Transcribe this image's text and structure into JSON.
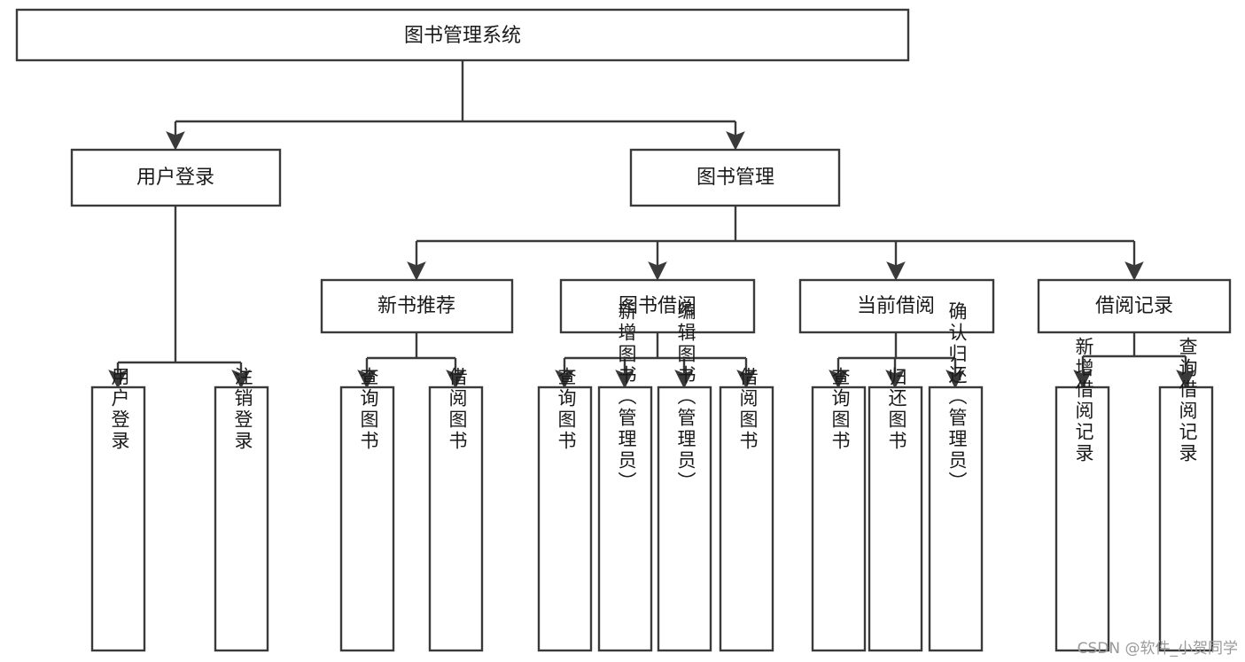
{
  "diagram": {
    "title": "图书管理系统",
    "type": "hierarchy-tree",
    "watermark": "CSDN @软件_小贺同学",
    "colors": {
      "stroke": "#3a3a3a",
      "fill": "#ffffff",
      "text": "#1a1a1a",
      "watermark": "#9a9a9a"
    },
    "levels": [
      {
        "level": 1,
        "nodes": [
          {
            "id": "root",
            "label": "图书管理系统",
            "orientation": "horizontal"
          }
        ]
      },
      {
        "level": 2,
        "nodes": [
          {
            "id": "login",
            "label": "用户登录",
            "orientation": "horizontal",
            "parent": "root"
          },
          {
            "id": "bookmgmt",
            "label": "图书管理",
            "orientation": "horizontal",
            "parent": "root"
          }
        ]
      },
      {
        "level": 3,
        "nodes": [
          {
            "id": "newbook",
            "label": "新书推荐",
            "orientation": "horizontal",
            "parent": "bookmgmt"
          },
          {
            "id": "borrow",
            "label": "图书借阅",
            "orientation": "horizontal",
            "parent": "bookmgmt"
          },
          {
            "id": "current",
            "label": "当前借阅",
            "orientation": "horizontal",
            "parent": "bookmgmt"
          },
          {
            "id": "records",
            "label": "借阅记录",
            "orientation": "horizontal",
            "parent": "bookmgmt"
          }
        ]
      },
      {
        "level": 4,
        "nodes": [
          {
            "id": "leaf-user-login",
            "label": "用户登录",
            "orientation": "vertical",
            "parent": "login"
          },
          {
            "id": "leaf-user-logout",
            "label": "注销登录",
            "orientation": "vertical",
            "parent": "login"
          },
          {
            "id": "leaf-newbook-query",
            "label": "查询图书",
            "orientation": "vertical",
            "parent": "newbook"
          },
          {
            "id": "leaf-newbook-borrow",
            "label": "借阅图书",
            "orientation": "vertical",
            "parent": "newbook"
          },
          {
            "id": "leaf-borrow-query",
            "label": "查询图书",
            "orientation": "vertical",
            "parent": "borrow"
          },
          {
            "id": "leaf-borrow-add",
            "label": "新增图书（管理员）",
            "orientation": "vertical",
            "parent": "borrow"
          },
          {
            "id": "leaf-borrow-edit",
            "label": "编辑图书（管理员）",
            "orientation": "vertical",
            "parent": "borrow"
          },
          {
            "id": "leaf-borrow-lend",
            "label": "借阅图书",
            "orientation": "vertical",
            "parent": "borrow"
          },
          {
            "id": "leaf-current-query",
            "label": "查询图书",
            "orientation": "vertical",
            "parent": "current"
          },
          {
            "id": "leaf-current-return",
            "label": "归还图书",
            "orientation": "vertical",
            "parent": "current"
          },
          {
            "id": "leaf-current-confirm",
            "label": "确认归还（管理员）",
            "orientation": "vertical",
            "parent": "current"
          },
          {
            "id": "leaf-records-add",
            "label": "新增借阅记录",
            "orientation": "vertical",
            "parent": "records"
          },
          {
            "id": "leaf-records-query",
            "label": "查询借阅记录",
            "orientation": "vertical",
            "parent": "records"
          }
        ]
      }
    ]
  }
}
